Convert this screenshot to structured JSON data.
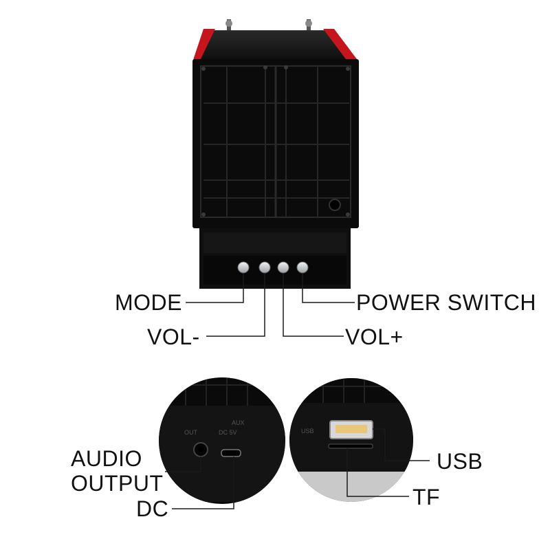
{
  "labels": {
    "mode": "MODE",
    "power_switch": "POWER SWITCH",
    "vol_minus": "VOL-",
    "vol_plus": "VOL+",
    "audio_output_line1": "AUDIO",
    "audio_output_line2": "OUTPUT",
    "dc": "DC",
    "usb": "USB",
    "tf": "TF"
  },
  "colors": {
    "background": "#ffffff",
    "body": "#0b0b0b",
    "accent_red": "#c4161c",
    "button_silver": "#cfd3d6",
    "leader_line": "#1a1a1a"
  }
}
